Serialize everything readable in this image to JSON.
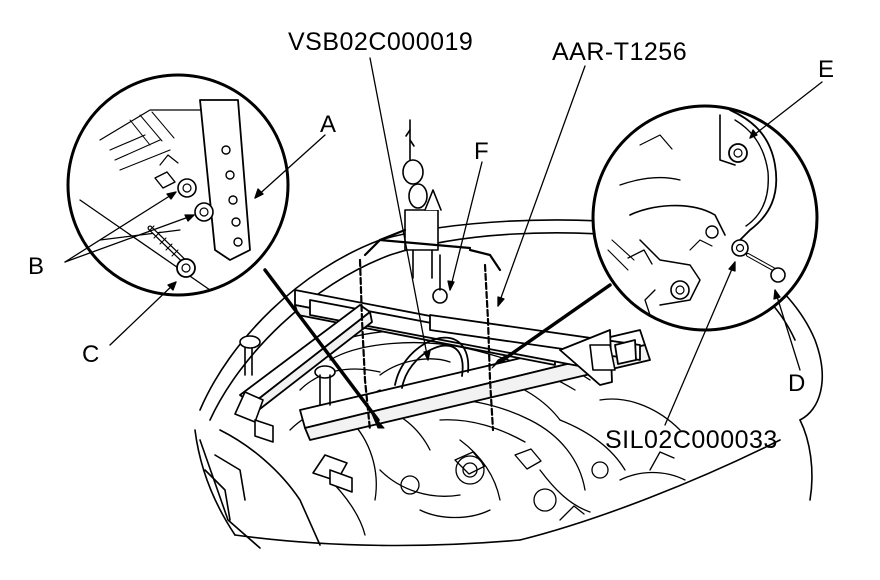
{
  "callouts": {
    "a": "A",
    "b": "B",
    "c": "C",
    "d": "D",
    "e": "E",
    "f": "F"
  },
  "part_numbers": {
    "hanger_attachment": "VSB02C000019",
    "engine_support_hanger": "AAR-T1256",
    "bracket_tool": "SIL02C000033"
  },
  "colors": {
    "ink": "#000000",
    "paper": "#ffffff",
    "shade": "#9a9a9a"
  }
}
